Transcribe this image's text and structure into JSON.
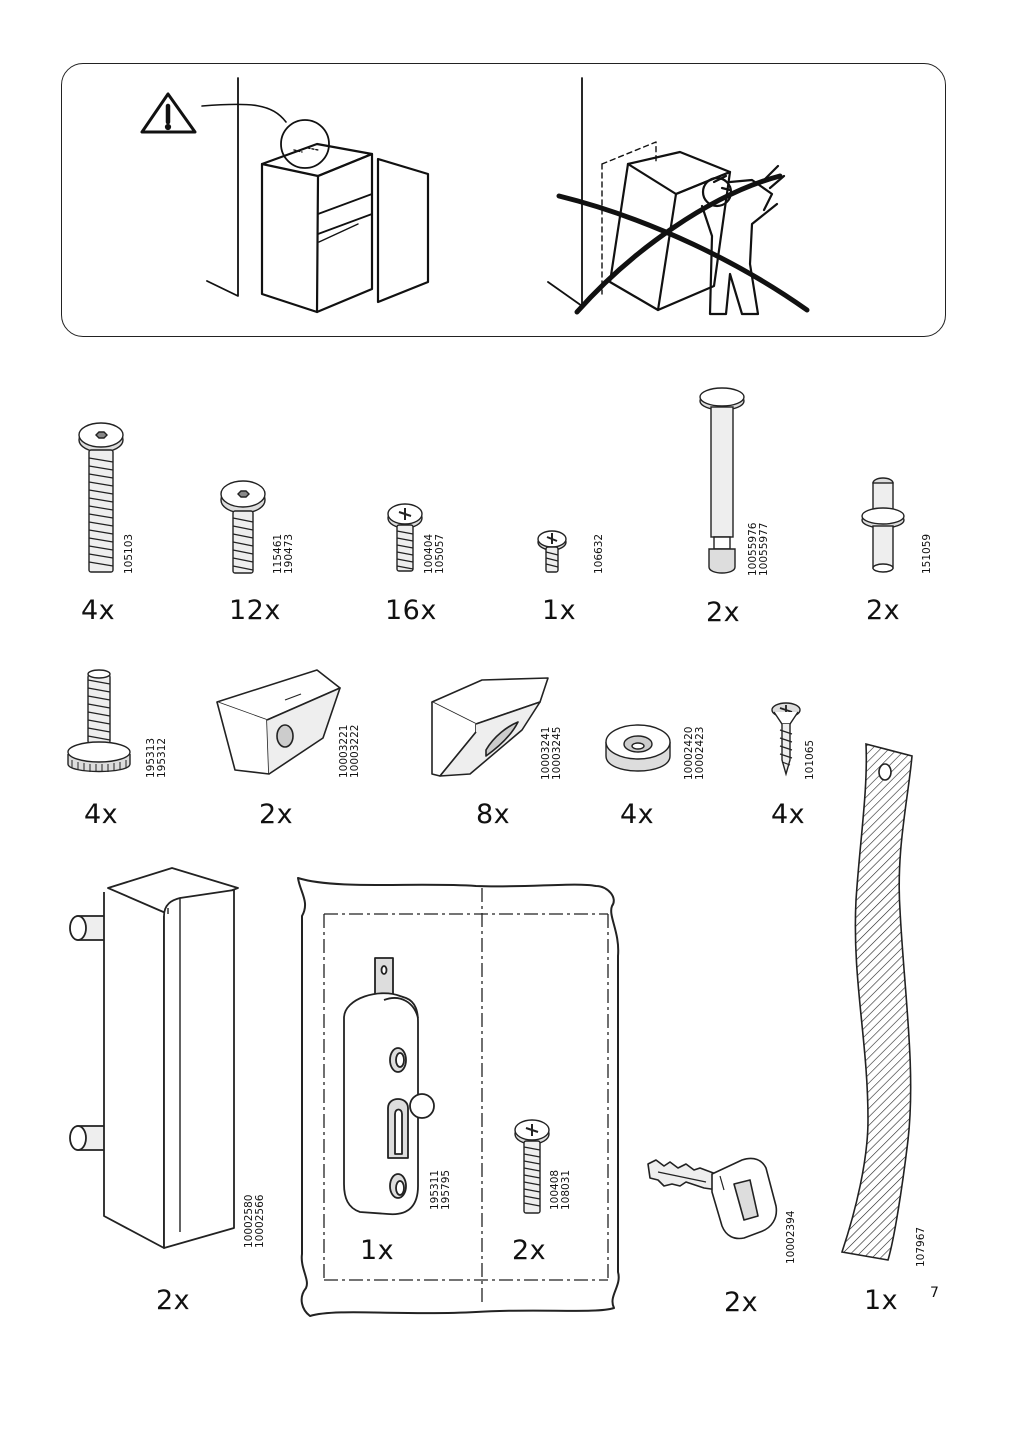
{
  "page": {
    "number": "7"
  },
  "parts": [
    {
      "id": "bolt-large",
      "quantity": "4x",
      "article_numbers": "105103"
    },
    {
      "id": "bolt-short",
      "quantity": "12x",
      "article_numbers": "115461\n190473"
    },
    {
      "id": "screw-medium",
      "quantity": "16x",
      "article_numbers": "100404\n105057"
    },
    {
      "id": "screw-small",
      "quantity": "1x",
      "article_numbers": "106632"
    },
    {
      "id": "dowel-pin",
      "quantity": "2x",
      "article_numbers": "10055976\n10055977"
    },
    {
      "id": "shelf-pin",
      "quantity": "2x",
      "article_numbers": "151059"
    },
    {
      "id": "adjustable-foot",
      "quantity": "4x",
      "article_numbers": "195313\n195312"
    },
    {
      "id": "bracket-a",
      "quantity": "2x",
      "article_numbers": "10003221\n10003222"
    },
    {
      "id": "bracket-b",
      "quantity": "8x",
      "article_numbers": "10003241\n10003245"
    },
    {
      "id": "cap-washer",
      "quantity": "4x",
      "article_numbers": "10002420\n10002423"
    },
    {
      "id": "wood-screw",
      "quantity": "4x",
      "article_numbers": "101065"
    },
    {
      "id": "handle",
      "quantity": "2x",
      "article_numbers": "10002580\n10002566"
    },
    {
      "id": "lock",
      "quantity": "1x",
      "article_numbers": "195311\n195795"
    },
    {
      "id": "lock-screw",
      "quantity": "2x",
      "article_numbers": "100408\n108031"
    },
    {
      "id": "key",
      "quantity": "2x",
      "article_numbers": "10002394"
    },
    {
      "id": "wall-strap",
      "quantity": "1x",
      "article_numbers": "107967"
    }
  ],
  "icons": {
    "warning": "warning-triangle-icon",
    "prohibited": "crossed-out-icon"
  }
}
